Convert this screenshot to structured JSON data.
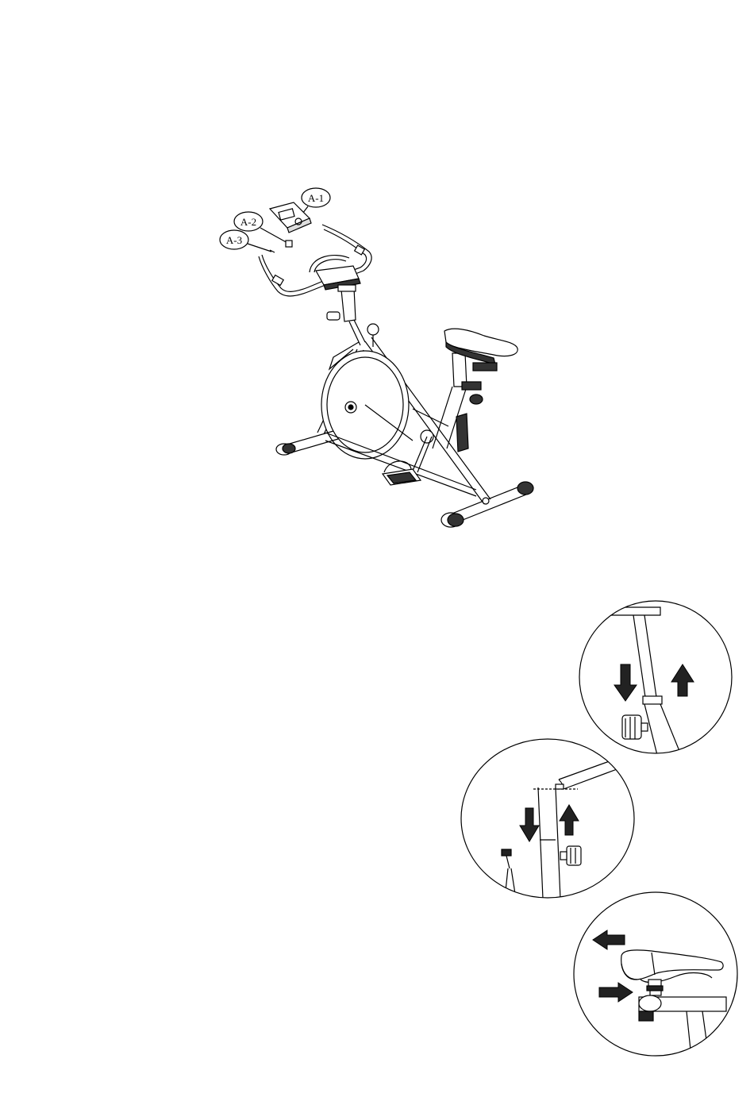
{
  "figure": {
    "callouts": [
      {
        "id": "a1",
        "label": "A-1"
      },
      {
        "id": "a2",
        "label": "A-2"
      },
      {
        "id": "a3",
        "label": "A-3"
      }
    ]
  },
  "details": [
    {
      "name": "handlebar-height-adjustment",
      "arrows": [
        "down",
        "up"
      ]
    },
    {
      "name": "seat-height-adjustment",
      "arrows": [
        "down",
        "up"
      ]
    },
    {
      "name": "seat-fore-aft-adjustment",
      "arrows": [
        "left",
        "right"
      ]
    }
  ],
  "colors": {
    "ink": "#000000",
    "paper": "#ffffff",
    "shade": "#222222"
  }
}
